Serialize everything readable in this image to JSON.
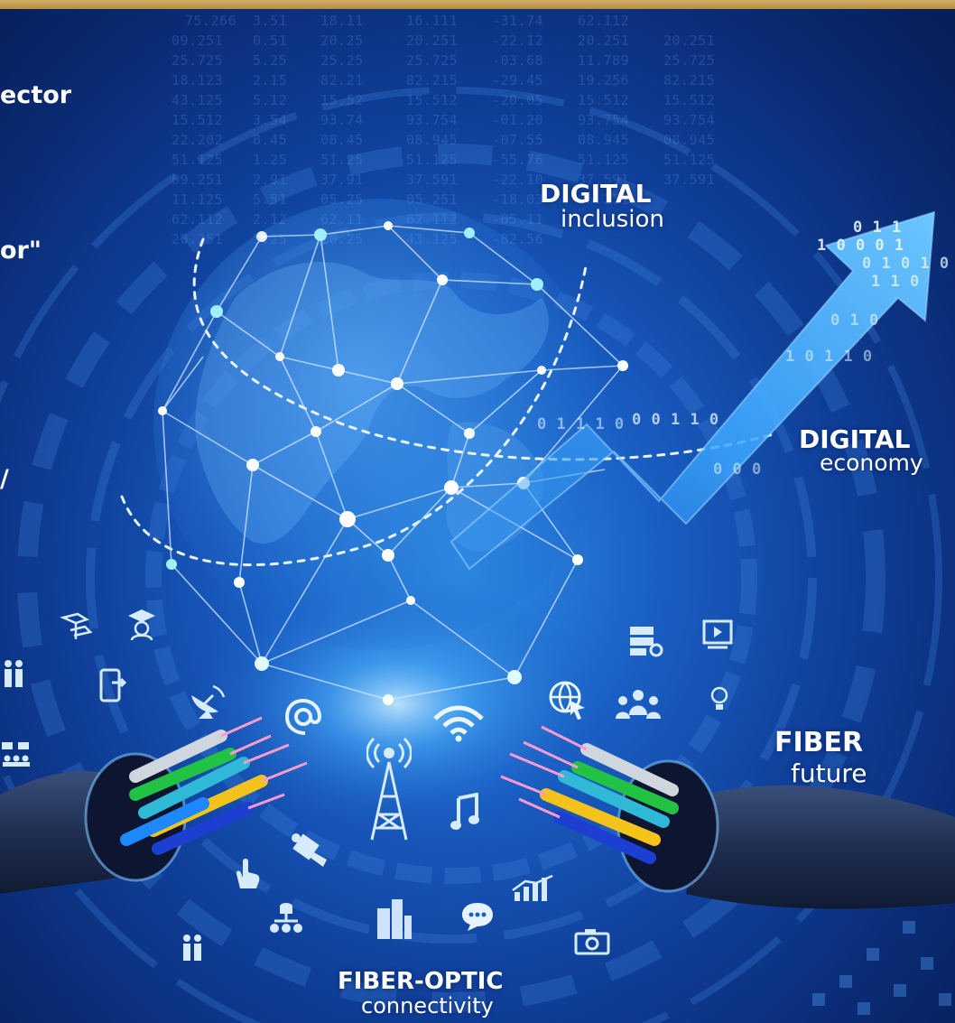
{
  "side_text": {
    "line1": "ector",
    "line2": "or\"",
    "line3": "/"
  },
  "labels": {
    "digital_inclusion": {
      "title": "DIGITAL",
      "subtitle": "inclusion"
    },
    "digital_economy": {
      "title": "DIGITAL",
      "subtitle": "economy"
    },
    "fiber_future": {
      "title": "FIBER",
      "subtitle": "future"
    },
    "fiber_optic": {
      "title": "FIBER-OPTIC",
      "subtitle": "connectivity"
    }
  },
  "background_numbers": {
    "rows": [
      [
        "75.266",
        "3.51",
        "18.11",
        "16.111",
        "-31.74",
        "62.112"
      ],
      [
        "09.251",
        "0.51",
        "20.25",
        "20.251",
        "-22.12",
        "20.251",
        "20.251"
      ],
      [
        "25.725",
        "5.25",
        "25.25",
        "25.725",
        "-03.68",
        "11.789",
        "25.725"
      ],
      [
        "18.123",
        "2.15",
        "82.21",
        "82.215",
        "-29.45",
        "19.256",
        "82.215"
      ],
      [
        "43.125",
        "5.12",
        "15.52",
        "15.512",
        "-20.05",
        "15.512",
        "15.512"
      ],
      [
        "15.512",
        "3.54",
        "93.74",
        "93.754",
        "-01.20",
        "93.754",
        "93.754"
      ],
      [
        "22.202",
        "8.45",
        "08.45",
        "08.945",
        "-07.55",
        "08.945",
        "08.945"
      ],
      [
        "51.125",
        "1.25",
        "51.25",
        "51.125",
        "-55.76",
        "51.125",
        "51.125"
      ],
      [
        "09.251",
        "2.91",
        "37.91",
        "37.591",
        "-22.10",
        "37.591",
        "37.591"
      ],
      [
        "11.125",
        "5.51",
        "05.25",
        "05.251",
        "-18.03",
        "05.251"
      ],
      [
        "62.112",
        "2.12",
        "62.11",
        "62.112",
        "-05.11"
      ],
      [
        "20.251",
        "5.25",
        "20.25",
        "43.125",
        "-82.56"
      ]
    ]
  },
  "binary": [
    "0 1 1",
    "1 0 0 0 1",
    "0 1 0 1 0",
    "1 1 0",
    "0 1 0",
    "1 0 1 1 0",
    "0 0 1 1 0",
    "0 1 1 1 0",
    "0 0 0"
  ],
  "colors": {
    "background_deep": "#071d55",
    "background_glow": "#2f8fe6",
    "accent_gold": "#c9a458",
    "network_line": "#cfe6ff",
    "arrow": "#4fb4ff"
  },
  "icons": [
    "signpost-icon",
    "graduation-icon",
    "people-icon",
    "mobile-transfer-icon",
    "satellite-dish-icon",
    "at-sign-icon",
    "wifi-icon",
    "radio-tower-icon",
    "globe-cursor-icon",
    "server-settings-icon",
    "video-player-icon",
    "team-icon",
    "lightbulb-icon",
    "group-icon",
    "camcorder-icon",
    "music-note-icon",
    "network-nodes-icon",
    "city-icon",
    "chat-bubble-icon",
    "growth-chart-icon",
    "camera-icon",
    "person-icon"
  ]
}
